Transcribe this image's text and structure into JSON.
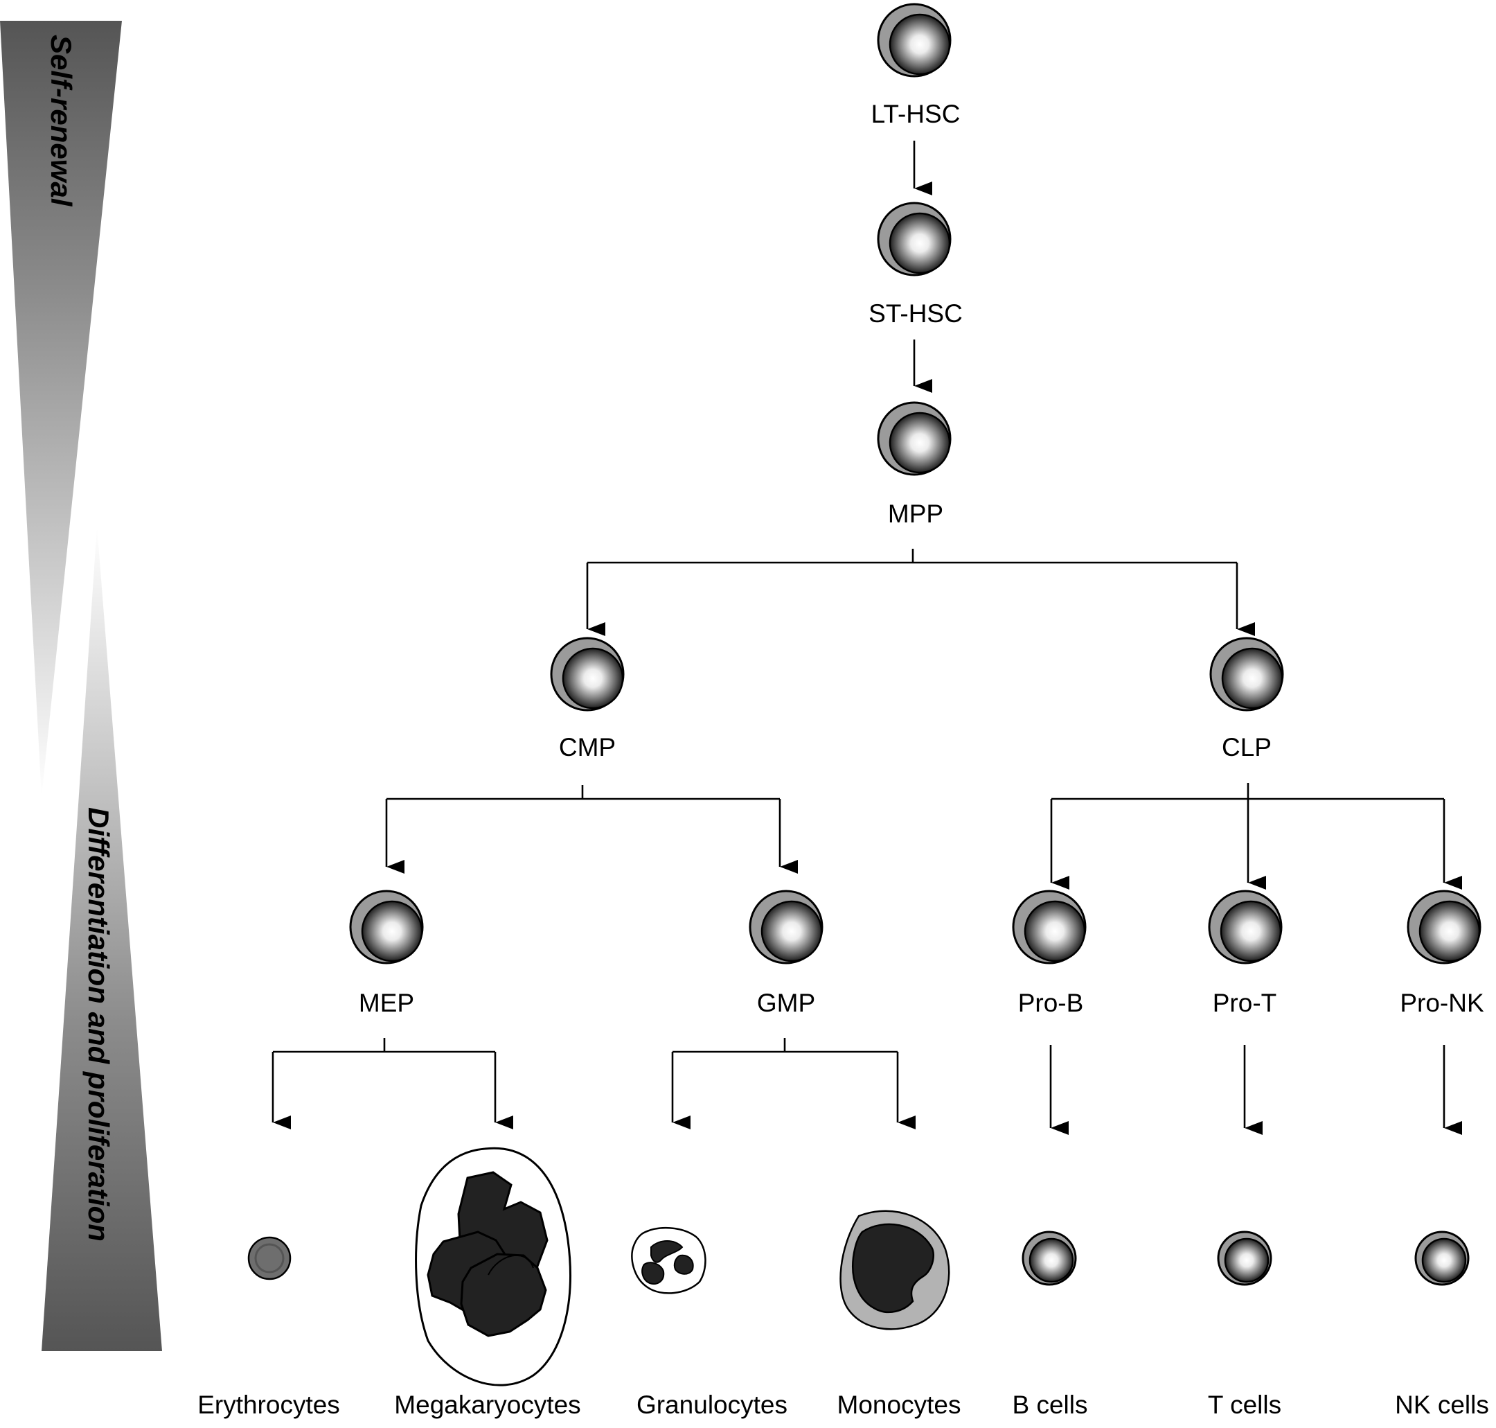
{
  "side_labels": {
    "top": "Self-renewal",
    "bottom": "Differentiation and proliferation"
  },
  "nodes": {
    "lt_hsc": "LT-HSC",
    "st_hsc": "ST-HSC",
    "mpp": "MPP",
    "cmp": "CMP",
    "clp": "CLP",
    "mep": "MEP",
    "gmp": "GMP",
    "pro_b": "Pro-B",
    "pro_t": "Pro-T",
    "pro_nk": "Pro-NK"
  },
  "mature_cells": {
    "erythrocytes": "Erythrocytes",
    "megakaryocytes": "Megakaryocytes",
    "granulocytes": "Granulocytes",
    "monocytes": "Monocytes",
    "b_cells": "B cells",
    "t_cells": "T cells",
    "nk_cells": "NK cells"
  }
}
